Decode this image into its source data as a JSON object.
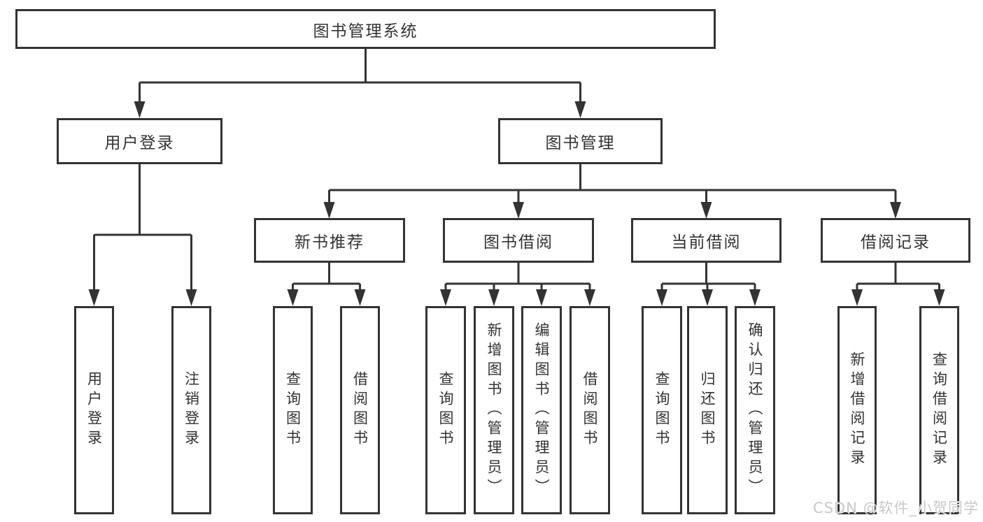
{
  "diagram": {
    "root": "图书管理系统",
    "level2": {
      "user_login": "用户登录",
      "book_management": "图书管理"
    },
    "level3": {
      "new_book": "新书推荐",
      "book_borrow": "图书借阅",
      "current_borrow": "当前借阅",
      "borrow_records": "借阅记录"
    },
    "leaves": {
      "user_login": [
        "用户登录",
        "注销登录"
      ],
      "new_book": [
        "查询图书",
        "借阅图书"
      ],
      "book_borrow": [
        "查询图书",
        "新增图书（管理员）",
        "编辑图书（管理员）",
        "借阅图书"
      ],
      "current_borrow": [
        "查询图书",
        "归还图书",
        "确认归还（管理员）"
      ],
      "borrow_records": [
        "新增借阅记录",
        "查询借阅记录"
      ]
    }
  },
  "watermark": "CSDN @软件_小贺同学",
  "colors": {
    "line": "#333333",
    "text": "#333333",
    "background": "#ffffff",
    "watermark": "#c9c9c9"
  }
}
